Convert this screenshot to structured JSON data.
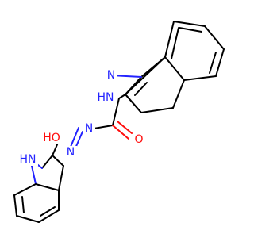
{
  "molecule": {
    "atoms": {
      "n_ring1": {
        "symbol": "N",
        "color": "#2323ff"
      },
      "nh_ring": {
        "symbol": "H",
        "symbol_suffix": "N",
        "color": "#2323ff"
      },
      "o_carbonyl": {
        "symbol": "O",
        "color": "#ff0d0d"
      },
      "n_hydrazone1": {
        "symbol": "N",
        "color": "#2323ff"
      },
      "n_hydrazone2": {
        "symbol": "N",
        "color": "#2323ff"
      },
      "oh": {
        "symbol": "H",
        "symbol_suffix": "O",
        "color": "#ff0d0d"
      },
      "nh_indole": {
        "symbol": "H",
        "symbol_suffix": "N",
        "color": "#2323ff"
      }
    },
    "labels": {
      "n_ring1": "N",
      "nh_ring": "HN",
      "o_carbonyl": "O",
      "n_hydrazone1": "N",
      "n_hydrazone2": "N",
      "oh": "HO",
      "nh_indole": "HN"
    }
  }
}
